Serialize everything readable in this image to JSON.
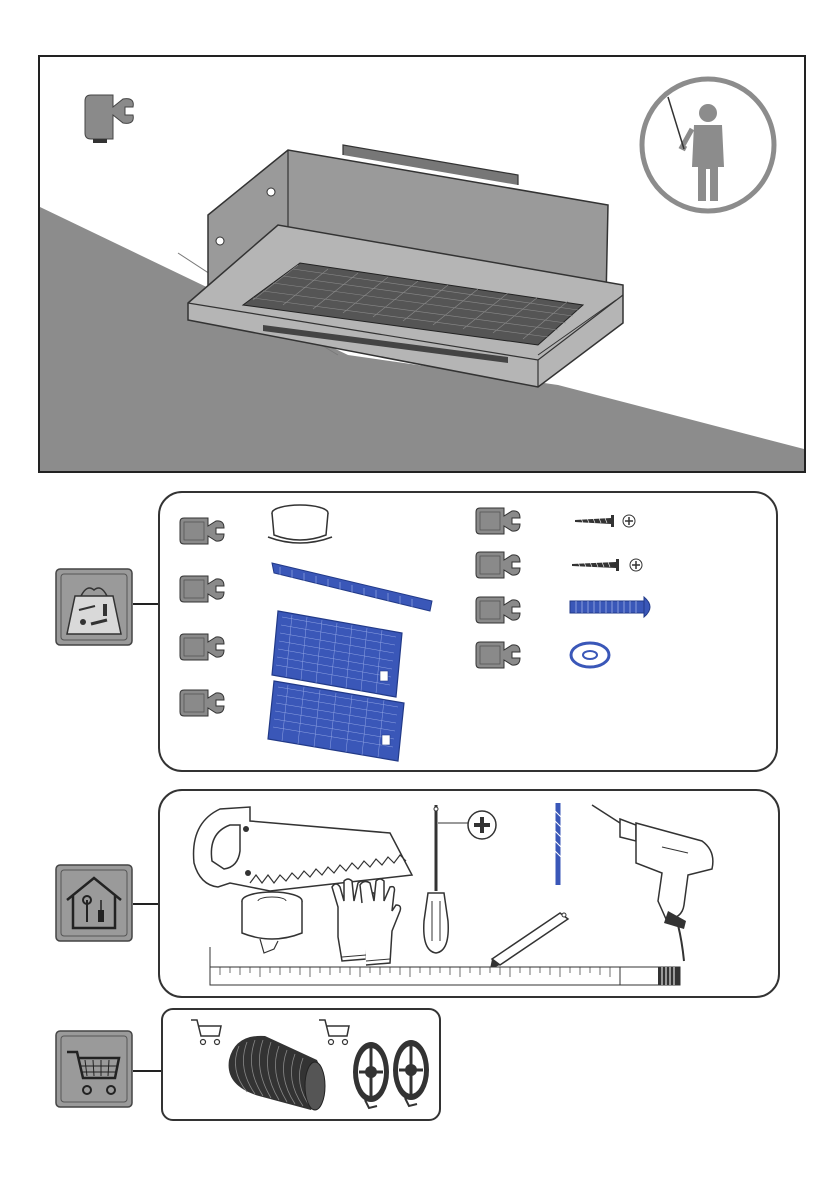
{
  "colors": {
    "frame": "#222222",
    "wall_grey": "#8c8c8c",
    "badge_grey": "#9a9a9a",
    "part_blue": "#3a57b8",
    "panel_border": "#333333"
  },
  "icons": {
    "wrench_tag": "wrench-tag-icon",
    "installer": "installer-person-icon",
    "parts_bag": "parts-bag-icon",
    "home_tools": "home-tools-icon",
    "shopping_cart": "shopping-cart-icon"
  },
  "sections": {
    "hero": {
      "image": "telescopic-cooker-hood"
    },
    "supplied_parts": {
      "icon": "parts-bag-icon",
      "items": [
        {
          "id": "duct-adapter",
          "icon": "duct-adapter-icon"
        },
        {
          "id": "front-strip",
          "icon": "front-strip-icon"
        },
        {
          "id": "grease-filter-1",
          "icon": "grease-filter-icon"
        },
        {
          "id": "grease-filter-2",
          "icon": "grease-filter-icon"
        },
        {
          "id": "screw-short",
          "icon": "screw-icon"
        },
        {
          "id": "screw-long",
          "icon": "screw-icon"
        },
        {
          "id": "wall-plug",
          "icon": "wall-plug-icon"
        },
        {
          "id": "washer",
          "icon": "washer-icon"
        }
      ]
    },
    "tools_required": {
      "icon": "home-tools-icon",
      "items": [
        "saw-icon",
        "tape-icon",
        "gloves-icon",
        "screwdriver-icon",
        "drill-bit-icon",
        "drill-icon",
        "pencil-icon",
        "tape-measure-icon"
      ]
    },
    "optional_accessories": {
      "icon": "shopping-cart-icon",
      "items": [
        "flexible-duct-icon",
        "carbon-filter-icon"
      ]
    }
  }
}
